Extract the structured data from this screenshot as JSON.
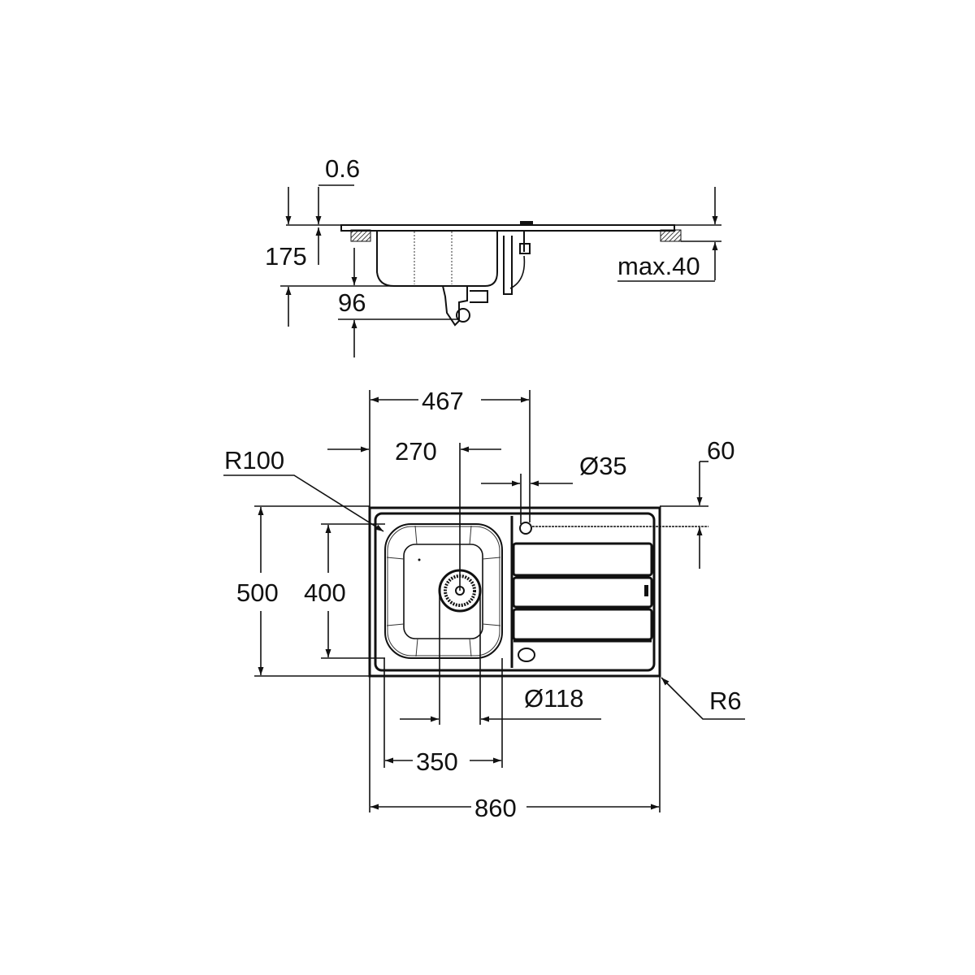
{
  "drawing": {
    "side_view": {
      "dimensions": {
        "thickness": "0.6",
        "depth": "175",
        "drain_height": "96",
        "worktop": "max.40"
      }
    },
    "top_view": {
      "dimensions": {
        "bowl_offset_width": "467",
        "drain_offset": "270",
        "tap_hole": "Ø35",
        "tap_hole_offset": "60",
        "corner_radius_bowl": "R100",
        "overall_depth": "500",
        "bowl_depth": "400",
        "drain_diameter": "Ø118",
        "bowl_width": "350",
        "overall_width": "860",
        "corner_radius_outer": "R6"
      }
    }
  }
}
